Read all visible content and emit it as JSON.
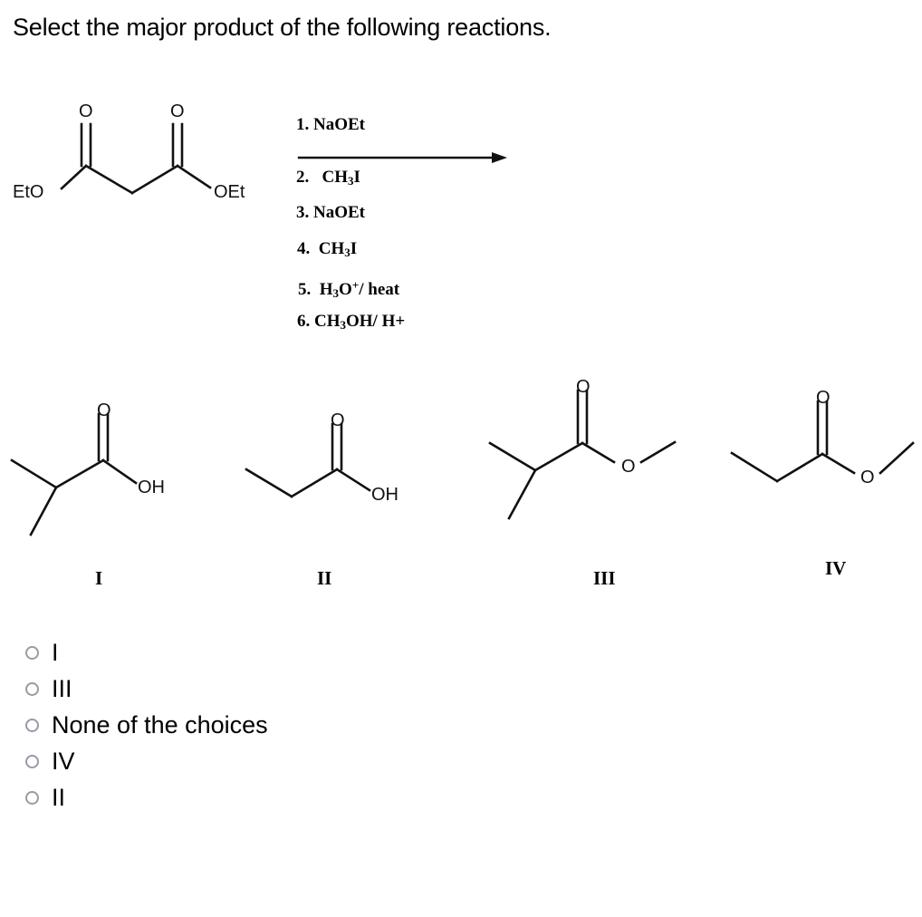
{
  "question": {
    "prompt": "Select the major product of the following reactions."
  },
  "reaction": {
    "reagent_structure_name": "diethyl malonate",
    "left_ester_label": "EtO",
    "right_ester_label": "OEt",
    "carbonyl_oxygen_label": "O",
    "arrow": "reaction-arrow",
    "conditions": [
      {
        "num": "1.",
        "text": "NaOEt"
      },
      {
        "num": "2.",
        "text": "CH3I"
      },
      {
        "num": "3.",
        "text": "NaOEt"
      },
      {
        "num": "4.",
        "text": "CH3I"
      },
      {
        "num": "5.",
        "text": "H3O+/ heat"
      },
      {
        "num": "6.",
        "text": "CH3OH/ H+"
      }
    ]
  },
  "structures": [
    {
      "label": "I",
      "name": "2-methylpropanoic acid",
      "carbonyl_oxygen": "O",
      "terminal_group": "OH"
    },
    {
      "label": "II",
      "name": "propanoic acid",
      "carbonyl_oxygen": "O",
      "terminal_group": "OH"
    },
    {
      "label": "III",
      "name": "methyl 2-methylpropanoate",
      "carbonyl_oxygen": "O",
      "terminal_group": "O"
    },
    {
      "label": "IV",
      "name": "methyl propanoate",
      "carbonyl_oxygen": "O",
      "terminal_group": "O"
    }
  ],
  "options": [
    {
      "label": "I",
      "selected": false
    },
    {
      "label": "III",
      "selected": false
    },
    {
      "label": "None of the choices",
      "selected": false
    },
    {
      "label": "IV",
      "selected": false
    },
    {
      "label": "II",
      "selected": false
    }
  ],
  "colors": {
    "text": "#000000",
    "bond": "#111111",
    "radio_border": "#9a9aa6",
    "background": "#ffffff"
  }
}
